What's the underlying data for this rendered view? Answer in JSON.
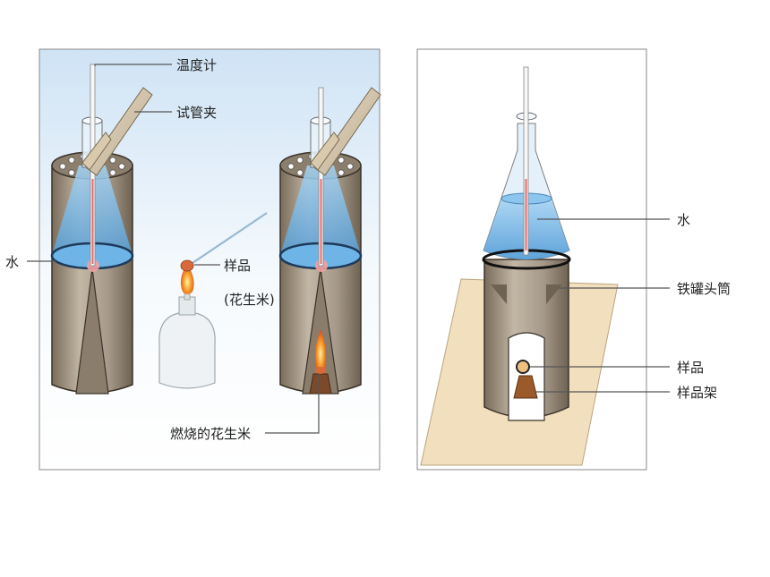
{
  "left_panel": {
    "labels": {
      "thermometer": "温度计",
      "clamp": "试管夹",
      "water": "水",
      "sample": "样品",
      "sample_note": "(花生米)",
      "burning": "燃烧的花生米"
    }
  },
  "right_panel": {
    "labels": {
      "water": "水",
      "can": "铁罐头筒",
      "sample": "样品",
      "holder": "样品架"
    }
  },
  "colors": {
    "can_body": "#a89a86",
    "can_dark": "#6e6252",
    "water": "#5aa6de",
    "glass": "#d8ecf8",
    "mat": "#f2dfbd",
    "panel_sky": "#d4e6f6"
  }
}
